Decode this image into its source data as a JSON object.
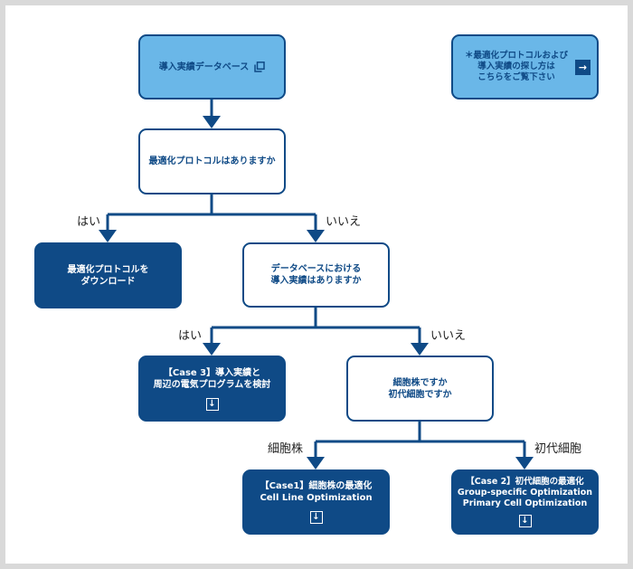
{
  "nodes": {
    "database": {
      "label": "導入実績データベース",
      "icon": "external-link-icon"
    },
    "search_link": {
      "label": "＊最適化プロトコルおよび\n導入実績の探し方は\nこちらをご覧下さい",
      "icon": "arrow-right-icon"
    },
    "q_protocol": {
      "label": "最適化プロトコルはありますか"
    },
    "download": {
      "label": "最適化プロトコルを\nダウンロード"
    },
    "q_records": {
      "label": "データベースにおける\n導入実績はありますか"
    },
    "case3": {
      "label": "【Case 3】導入実績と\n周辺の電気プログラムを検討",
      "icon": "down-arrow-icon"
    },
    "q_celltype": {
      "label": "細胞株ですか\n初代細胞ですか"
    },
    "case1": {
      "label": "【Case1】細胞株の最適化\nCell Line Optimization",
      "icon": "down-arrow-icon"
    },
    "case2": {
      "label": "【Case 2】初代細胞の最適化\nGroup-specific Optimization\nPrimary Cell Optimization",
      "icon": "down-arrow-icon"
    }
  },
  "edge_labels": {
    "yes_1": "はい",
    "no_1": "いいえ",
    "yes_2": "はい",
    "no_2": "いいえ",
    "cell_line": "細胞株",
    "primary": "初代細胞"
  },
  "colors": {
    "dark_blue": "#0f4a86",
    "light_blue": "#6ab7e8",
    "frame_gray": "#d9d9d9"
  }
}
